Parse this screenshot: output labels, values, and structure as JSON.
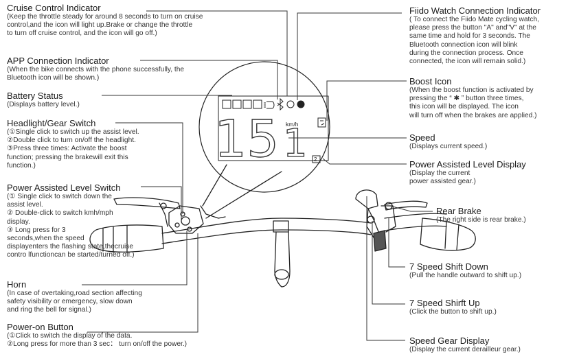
{
  "annotations": {
    "cruise": {
      "title": "Cruise Control Indicator",
      "lines": [
        "(Keep the throttle steady for around 8 seconds to turn on cruise",
        "control,and the icon will light up.Brake or change the throttle",
        "to turn off cruise control, and the icon will go off.)"
      ]
    },
    "app": {
      "title": "APP Connection Indicator",
      "lines": [
        "(When the bike connects with the phone successfully, the",
        "Bluetooth icon will be shown.)"
      ]
    },
    "battery": {
      "title": "Battery Status",
      "lines": [
        "(Displays battery level.)"
      ]
    },
    "headlight": {
      "title": "Headlight/Gear Switch",
      "lines": [
        "(①Single click to switch up the assist level.",
        "②Double click to turn on/off the headlight.",
        "③Press three times: Activate the boost",
        "function; pressing the brakewill exit this",
        "function.)"
      ]
    },
    "pal_switch": {
      "title": "Power Assisted Level Switch",
      "lines": [
        "(① Single click to switch down the",
        "assist level.",
        "② Double-click to switch kmh/mph",
        "display.",
        "③ Long press for 3",
        "seconds,when the speed",
        "displayenters the flashing state,thecruise",
        "contro lfunctioncan be started/turned off.)"
      ]
    },
    "horn": {
      "title": "Horn",
      "lines": [
        "(In case of overtaking,road section affecting",
        "safety visibility or emergency, slow down",
        "and ring the bell for signal.)"
      ]
    },
    "power": {
      "title": "Power-on Button",
      "lines": [
        "(①Click to switch the display of the data.",
        "②Long press for more than 3 sec： turn on/off the power.)"
      ]
    },
    "watch": {
      "title": "Fiido Watch Connection Indicator",
      "lines": [
        "( To connect the Fiido Mate cycling watch,",
        "please press the button \"A\" and\"V\" at the",
        "same time and hold for 3 seconds. The",
        "Bluetooth connection icon will blink",
        "during the connection process. Once",
        "connected, the icon will remain solid.)"
      ]
    },
    "boost": {
      "title": "Boost Icon",
      "lines": [
        "(When the boost function is activated by",
        "pressing the “ ✱ ”  button three times,",
        "this icon will be displayed. The icon",
        "will turn off when the brakes are applied.)"
      ]
    },
    "speed": {
      "title": "Speed",
      "lines": [
        "(Displays current speed.)"
      ]
    },
    "pal_display": {
      "title": "Power Assisted Level Display",
      "lines": [
        "(Display the current",
        "power assisted gear.)"
      ]
    },
    "rear_brake": {
      "title": "Rear Brake",
      "lines": [
        "(The right side is rear brake.)"
      ]
    },
    "shift_down": {
      "title": "7 Speed Shift Down",
      "lines": [
        "(Pull the handle outward to shift up.)"
      ]
    },
    "shift_up": {
      "title": "7 Speed Shirft Up",
      "lines": [
        "(Click the button to shift up.)"
      ]
    },
    "gear_display": {
      "title": "Speed Gear Display",
      "lines": [
        "(Display the current derailleur gear.)"
      ]
    }
  },
  "display": {
    "speed_int": "15",
    "speed_dec": "1",
    "unit": "km/h",
    "gear": "2"
  }
}
